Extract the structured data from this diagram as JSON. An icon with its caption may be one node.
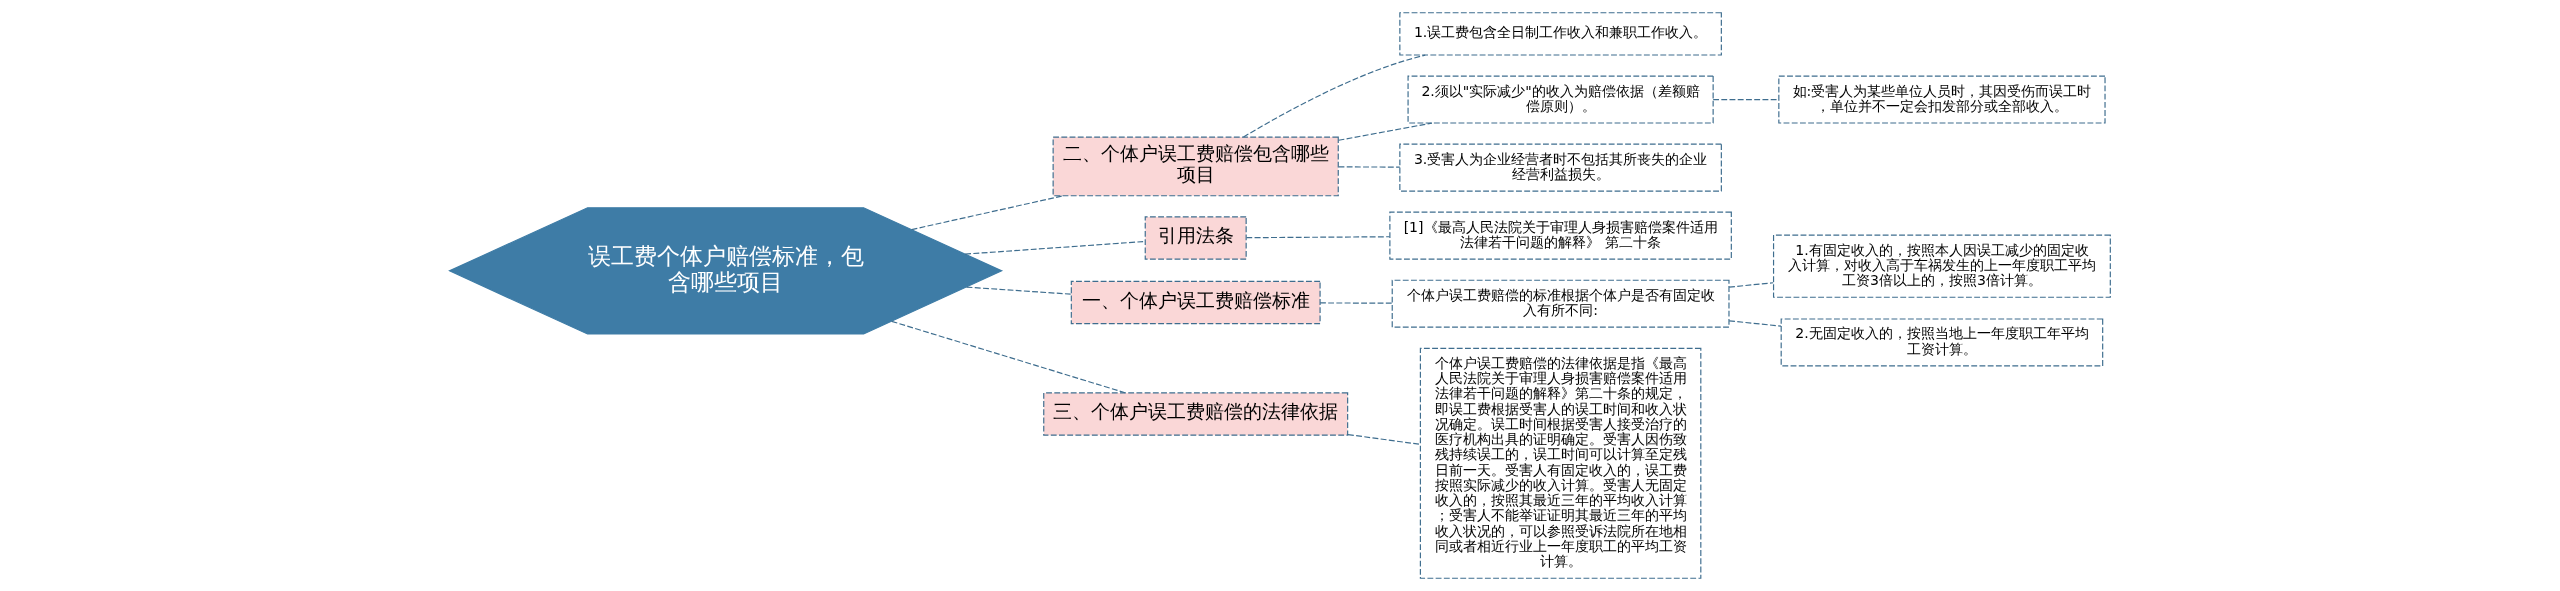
{
  "diagram": {
    "nodes": [
      {
        "text": [
          "误工费个体户赔偿标准，包含哪些项目"
        ]
      },
      {
        "text": [
          "二、个体户误工费赔偿包含哪些项目"
        ]
      },
      {
        "text": [
          "1.误工费包含全日制工作收入和兼职工作收入。"
        ]
      },
      {
        "text": [
          "2.须以\"实际减少\"的收入为赔偿依据（差额赔偿原则）。"
        ]
      },
      {
        "text": [
          "如:受害人为某些单位人员时，其因受伤而误工时，单位并不一定会扣发部分或全部收入。"
        ]
      },
      {
        "text": [
          "3.受害人为企业经营者时不包括其所丧失的企业经营利益损失。"
        ]
      },
      {
        "text": [
          "引用法条"
        ]
      },
      {
        "text": [
          "[1]《最高人民法院关于审理人身损害赔偿案件适用法律若干问题的解释》 第二十条"
        ]
      },
      {
        "text": [
          "一、个体户误工费赔偿标准"
        ]
      },
      {
        "text": [
          "个体户误工费赔偿的标准根据个体户是否有固定收入有所不同:"
        ]
      },
      {
        "text": [
          "1.有固定收入的，按照本人因误工减少的固定收入计算，对收入高于车祸发生的上一年度职工平均工资3倍以上的，按照3倍计算。"
        ]
      },
      {
        "text": [
          "2.无固定收入的，按照当地上一年度职工年平均工资计算。"
        ]
      },
      {
        "text": [
          "三、个体户误工费赔偿的法律依据"
        ]
      },
      {
        "text": [
          "个体户误工费赔偿的法律依据是指《最高人民法院关于审理人身损害赔偿案件适用法律若干问题的解释》第二十条的规定，即误工费根据受害人的误工时间和收入状况确定。误工时间根据受害人接受治疗的医疗机构出具的证明确定。受害人因伤致残持续误工的，误工时间可以计算至定残日前一天。受害人有固定收入的，误工费按照实际减少的收入计算。受害人无固定收入的，按照其最近三年的平均收入计算；受害人不能举证证明其最近三年的平均收入状况的，可以参照受诉法院所在地相同或者相近行业上一年度职工的平均工资计算。"
        ]
      }
    ],
    "edges": [
      {
        "from": 0,
        "to": 1,
        "arrow": "none"
      },
      {
        "from": 1,
        "to": 2,
        "arrow": "none"
      },
      {
        "from": 1,
        "to": 3,
        "arrow": "none"
      },
      {
        "from": 3,
        "to": 4,
        "arrow": "none"
      },
      {
        "from": 1,
        "to": 5,
        "arrow": "none"
      },
      {
        "from": 0,
        "to": 6,
        "arrow": "none"
      },
      {
        "from": 6,
        "to": 7,
        "arrow": "none"
      },
      {
        "from": 0,
        "to": 8,
        "arrow": "none"
      },
      {
        "from": 8,
        "to": 9,
        "arrow": "none"
      },
      {
        "from": 9,
        "to": 10,
        "arrow": "none"
      },
      {
        "from": 9,
        "to": 11,
        "arrow": "none"
      },
      {
        "from": 0,
        "to": 12,
        "arrow": "none"
      },
      {
        "from": 12,
        "to": 13,
        "arrow": "none"
      }
    ]
  }
}
